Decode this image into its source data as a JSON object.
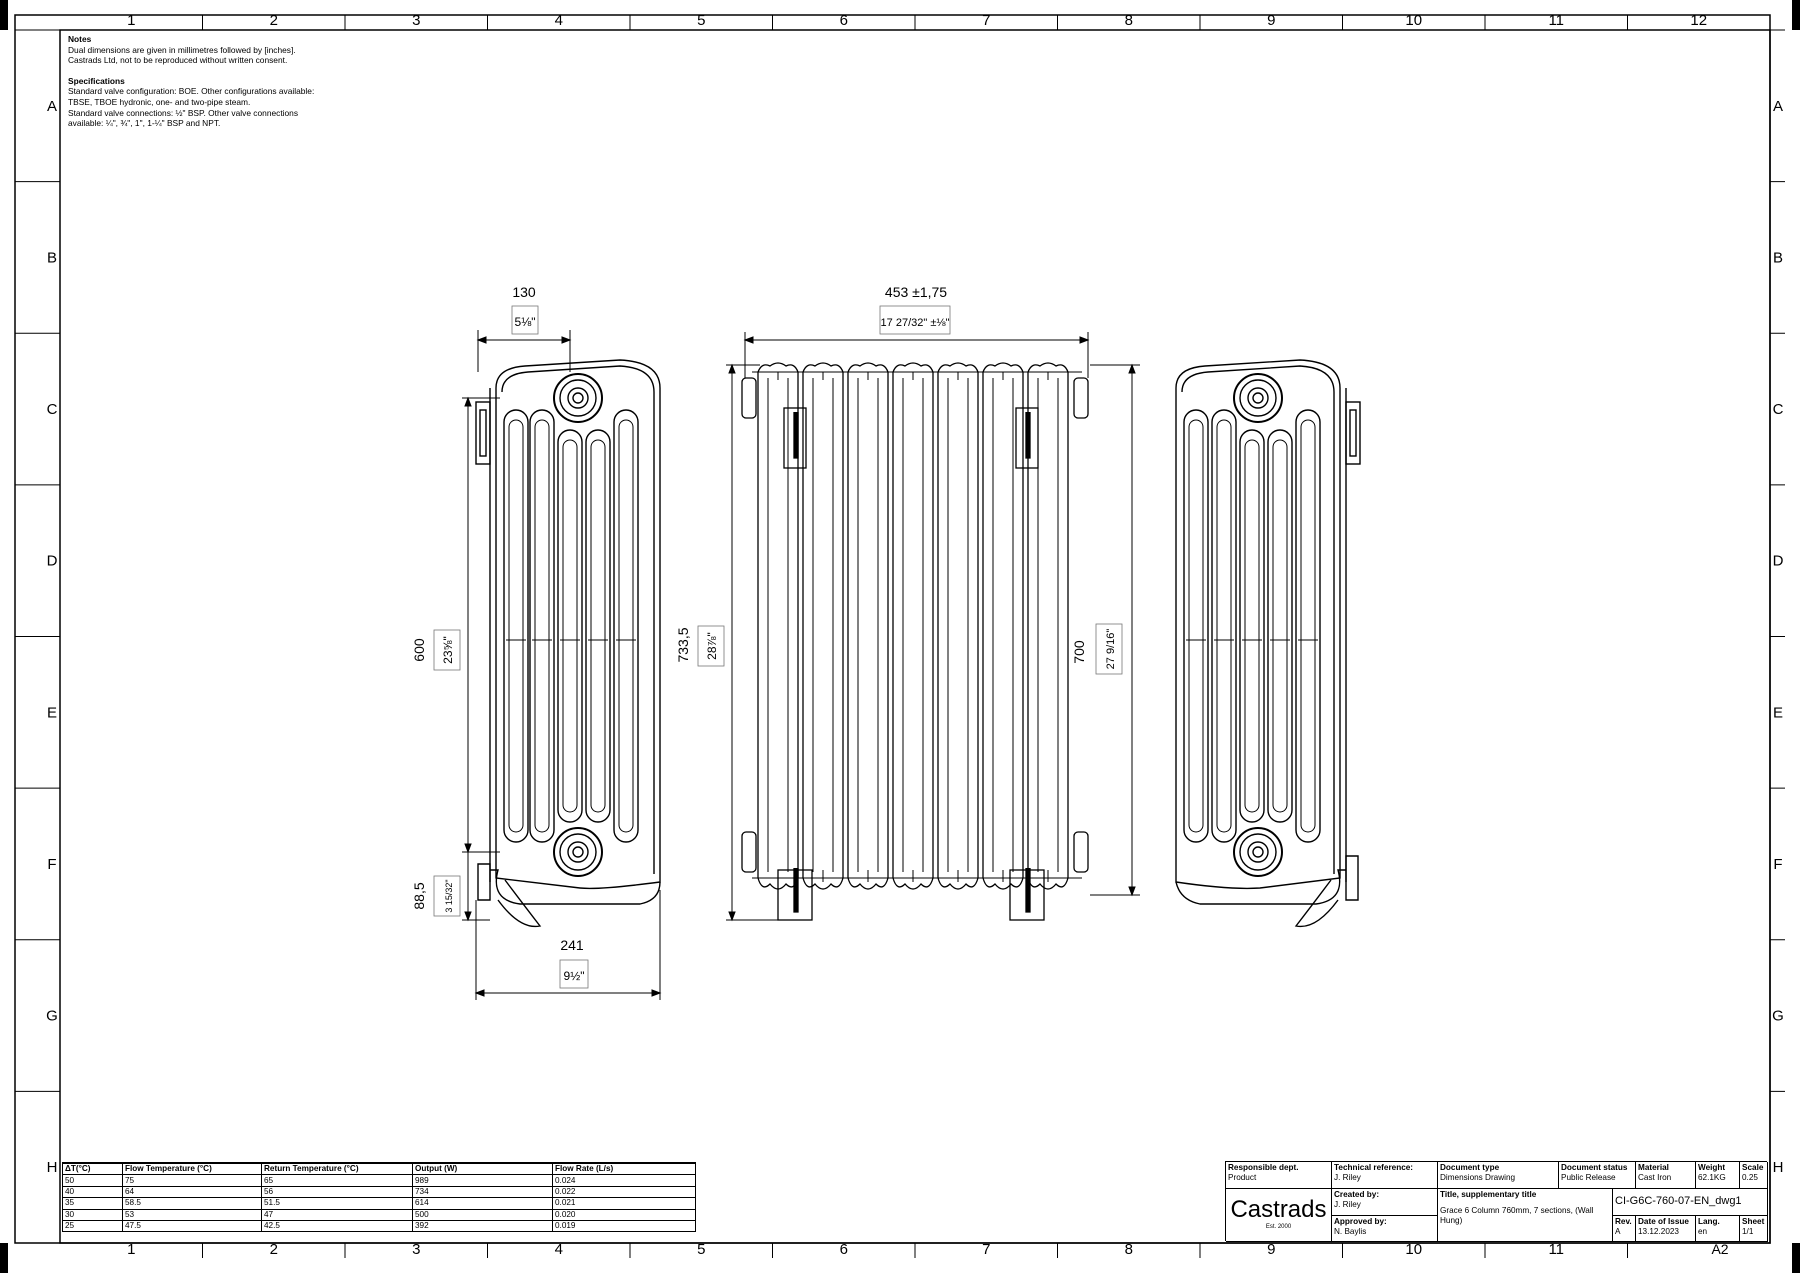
{
  "grid": {
    "columns": [
      "1",
      "2",
      "3",
      "4",
      "5",
      "6",
      "7",
      "8",
      "9",
      "10",
      "11",
      "12"
    ],
    "rows": [
      "A",
      "B",
      "C",
      "D",
      "E",
      "F",
      "G",
      "H"
    ]
  },
  "notes": {
    "heading": "Notes",
    "lines": [
      "Dual dimensions are given in millimetres followed by [inches].",
      "Castrads Ltd, not to be reproduced without written consent."
    ],
    "spec_heading": "Specifications",
    "spec_lines": [
      "Standard valve configuration: BOE. Other configurations available:",
      "TBSE, TBOE hydronic, one- and two-pipe steam.",
      "Standard valve connections: ½\" BSP. Other valve connections",
      "available: ¼\", ¾\", 1\", 1-¼\" BSP and NPT."
    ]
  },
  "dimensions": {
    "side_top_mm": "130",
    "side_top_in": "5⅛\"",
    "side_height_mm": "600",
    "side_height_in": "23⅝\"",
    "side_foot_mm": "88,5",
    "side_foot_in": "3 15/32\"",
    "side_bottom_mm": "241",
    "side_bottom_in": "9½\"",
    "front_width_mm": "453  ±1,75",
    "front_width_in": "17 27/32\"  ±⅛\"",
    "front_total_height_mm": "733,5",
    "front_total_height_in": "28⅞\"",
    "front_height_mm": "700",
    "front_height_in": "27 9/16\""
  },
  "performance_table": {
    "headers": [
      "ΔT(°C)",
      "Flow Temperature (°C)",
      "Return Temperature (°C)",
      "Output (W)",
      "Flow Rate (L/s)"
    ],
    "rows": [
      [
        "50",
        "75",
        "65",
        "989",
        "0.024"
      ],
      [
        "40",
        "64",
        "56",
        "734",
        "0.022"
      ],
      [
        "35",
        "58.5",
        "51.5",
        "614",
        "0.021"
      ],
      [
        "30",
        "53",
        "47",
        "500",
        "0.020"
      ],
      [
        "25",
        "47.5",
        "42.5",
        "392",
        "0.019"
      ]
    ]
  },
  "title_block": {
    "responsible_dept_label": "Responsible dept.",
    "responsible_dept": "Product",
    "tech_ref_label": "Technical reference:",
    "tech_ref": "J. Riley",
    "doc_type_label": "Document type",
    "doc_type": "Dimensions Drawing",
    "doc_status_label": "Document status",
    "doc_status": "Public Release",
    "material_label": "Material",
    "material": "Cast Iron",
    "weight_label": "Weight",
    "weight": "62.1KG",
    "scale_label": "Scale",
    "scale": "0.25",
    "created_by_label": "Created by:",
    "created_by": "J. Riley",
    "approved_by_label": "Approved by:",
    "approved_by": "N. Baylis",
    "title_label": "Title, supplementary title",
    "title": "Grace 6 Column 760mm, 7 sections, (Wall Hung)",
    "doc_number": "CI-G6C-760-07-EN_dwg1",
    "rev_label": "Rev.",
    "rev": "A",
    "date_label": "Date of Issue",
    "date": "13.12.2023",
    "lang_label": "Lang.",
    "lang": "en",
    "sheet_label": "Sheet",
    "sheet": "1/1",
    "logo": "Castrads",
    "logo_sub": "Est. 2000",
    "paper_size": "A2"
  }
}
